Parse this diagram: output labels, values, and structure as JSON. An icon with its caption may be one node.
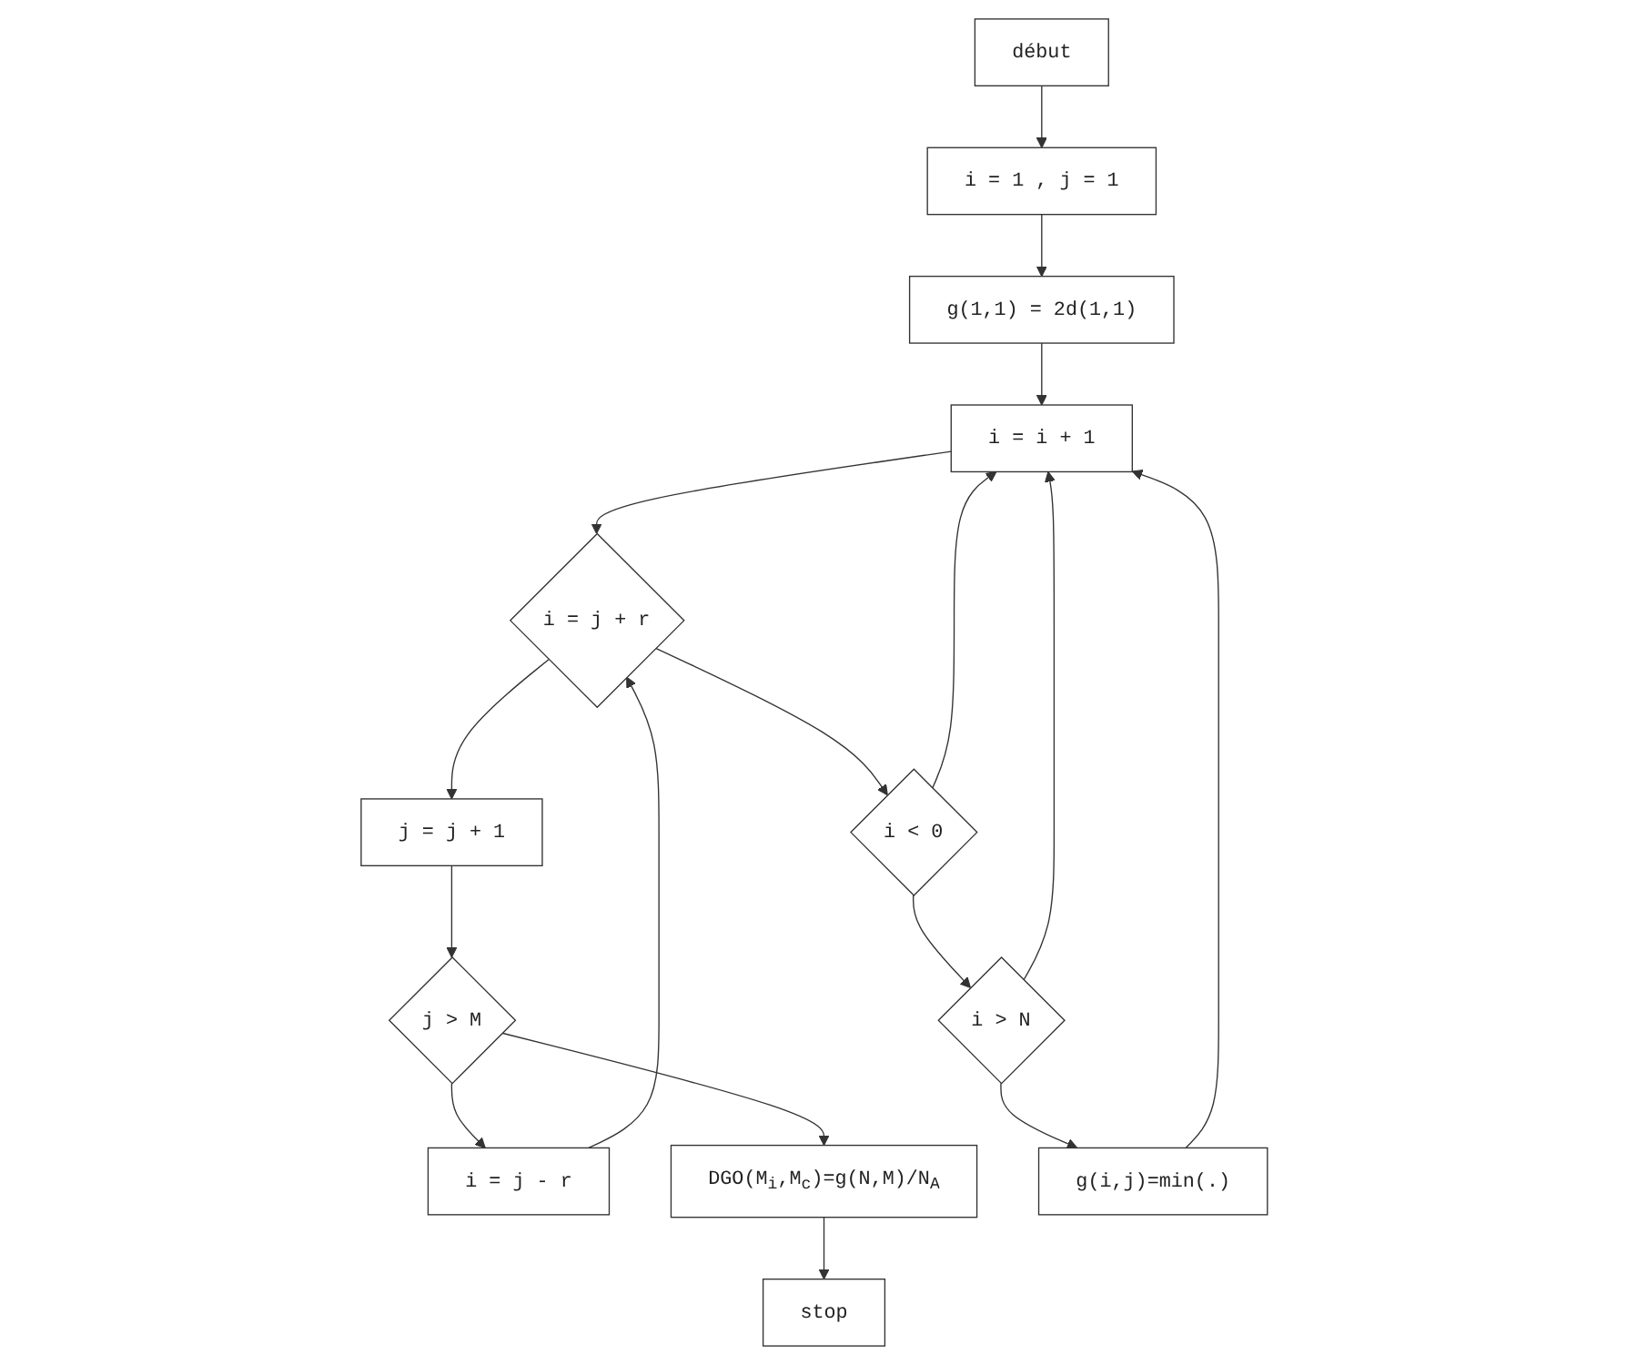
{
  "diagram": {
    "nodes": [
      {
        "text": [
          "début"
        ]
      },
      {
        "text": [
          "i = 1 , j = 1"
        ]
      },
      {
        "text": [
          "g(1,1) = 2d(1,1)"
        ]
      },
      {
        "text": [
          "i = i + 1"
        ]
      },
      {
        "text": [
          "i = j + r"
        ]
      },
      {
        "text": [
          "j = j + 1"
        ]
      },
      {
        "text": [
          "i = j - r"
        ]
      },
      {
        "text": [
          "i < 0"
        ]
      },
      {
        "text": [
          "j > M"
        ]
      },
      {
        "text": [
          "i > N"
        ]
      },
      {
        "text": [
          "DGO(M$_{i}$,M$_{c}$)=g(N,M)/N$_{A}$"
        ]
      },
      {
        "text": [
          "g(i,j)=min(.)"
        ]
      },
      {
        "text": [
          "stop"
        ]
      }
    ],
    "edges": [
      {
        "from": 0,
        "to": 1,
        "arrow": "to"
      },
      {
        "from": 1,
        "to": 2,
        "arrow": "to"
      },
      {
        "from": 2,
        "to": 3,
        "arrow": "to"
      },
      {
        "from": 3,
        "to": 4,
        "arrow": "to"
      },
      {
        "from": 4,
        "to": 5,
        "arrow": "to"
      },
      {
        "from": 4,
        "to": 7,
        "arrow": "to"
      },
      {
        "from": 5,
        "to": 8,
        "arrow": "to"
      },
      {
        "from": 8,
        "to": 6,
        "arrow": "to"
      },
      {
        "from": 6,
        "to": 4,
        "arrow": "to"
      },
      {
        "from": 7,
        "to": 9,
        "arrow": "to"
      },
      {
        "from": 7,
        "to": 3,
        "arrow": "to"
      },
      {
        "from": 9,
        "to": 3,
        "arrow": "to"
      },
      {
        "from": 8,
        "to": 10,
        "arrow": "to"
      },
      {
        "from": 9,
        "to": 11,
        "arrow": "to"
      },
      {
        "from": 11,
        "to": 3,
        "arrow": "to"
      },
      {
        "from": 10,
        "to": 12,
        "arrow": "to"
      }
    ]
  }
}
